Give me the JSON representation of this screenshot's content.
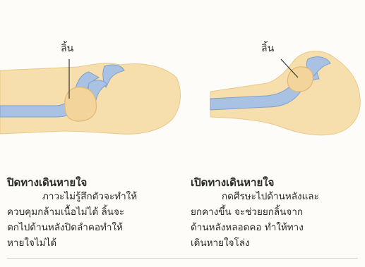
{
  "left_panel": {
    "tongue_label": "ลิ้น",
    "title": "ปิดทางเดินหายใจ",
    "lines": [
      "ภาวะไม่รู้สึกตัวจะทำให้",
      "ควบคุมกล้ามเนื้อไม่ได้ ลิ้นจะ",
      "ตกไปด้านหลังปิดลำคอทำให้",
      "หายใจไม่ได้"
    ]
  },
  "right_panel": {
    "tongue_label": "ลิ้น",
    "title": "เปิดทางเดินหายใจ",
    "lines": [
      "กดศีรษะไปด้านหลังและ",
      "ยกคางขึ้น จะช่วยยกลิ้นจาก",
      "ด้านหลังหลอดคอ ทำให้ทาง",
      "เดินหายใจโล่ง"
    ]
  },
  "colors": {
    "skin": "#f6dfad",
    "skin_edge": "#e9c989",
    "airway": "#a9c2e4",
    "airway_edge": "#7f9fcc"
  }
}
